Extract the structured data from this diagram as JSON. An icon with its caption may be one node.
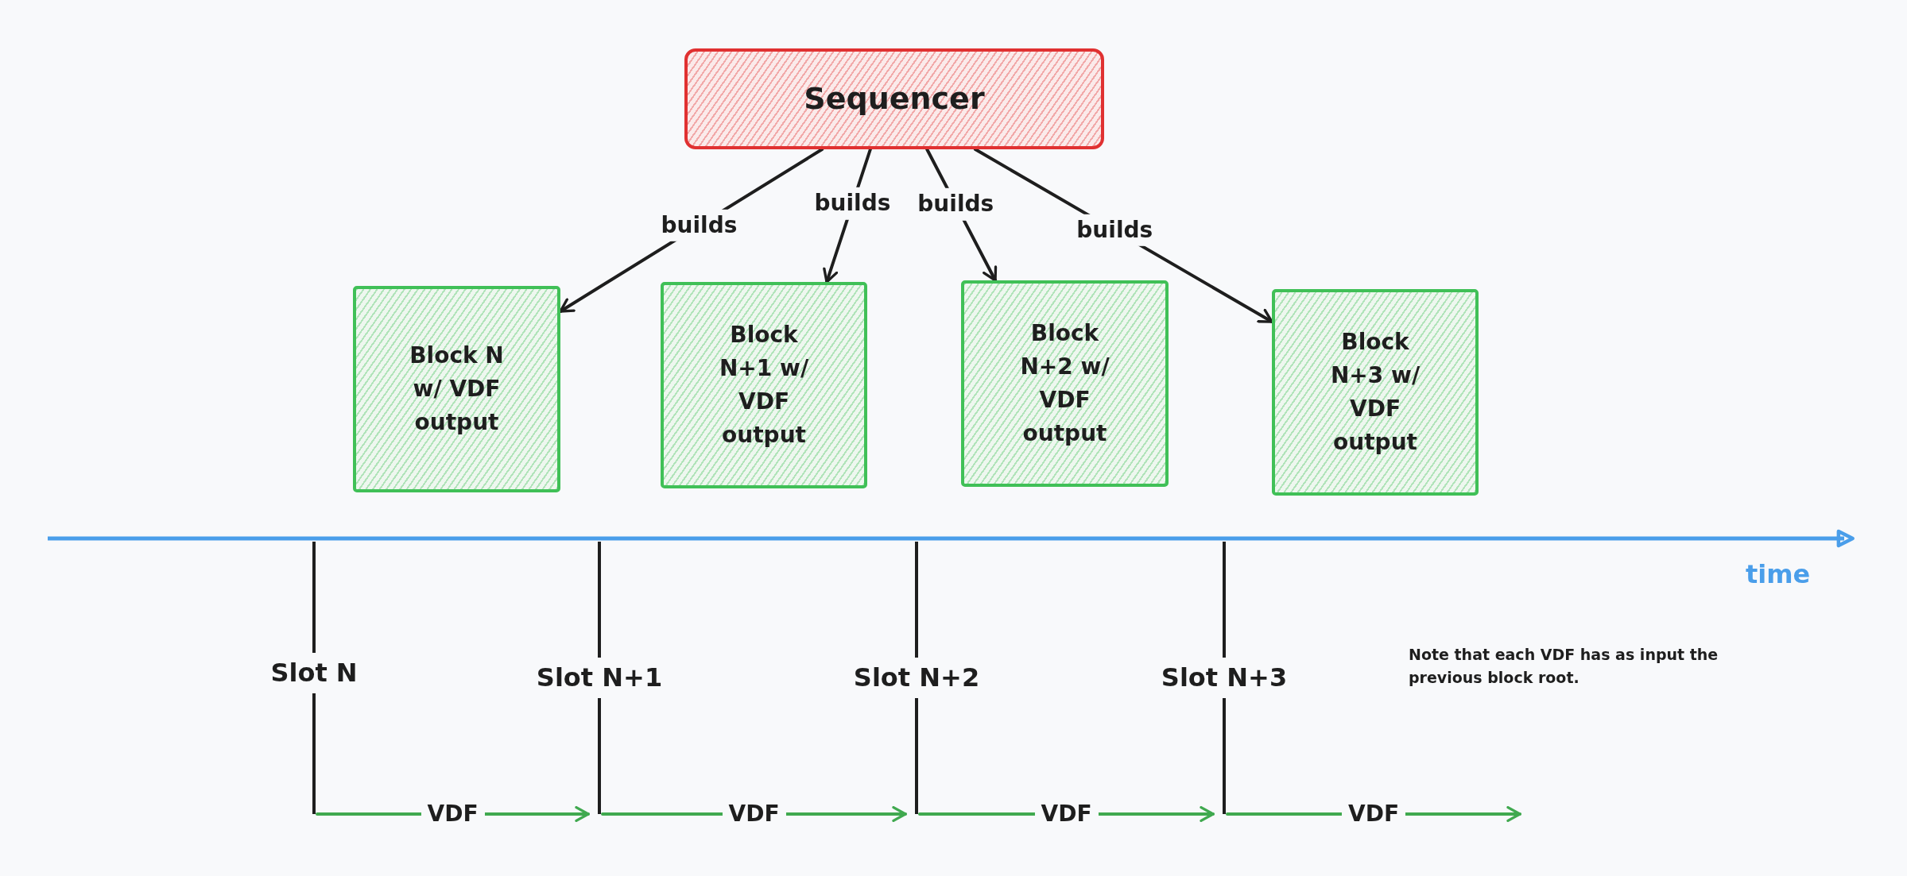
{
  "diagram": {
    "nodes": [
      {
        "text": [
          "Sequencer"
        ]
      },
      {
        "text": [
          "Block N w/ VDF output"
        ]
      },
      {
        "text": [
          "Block N+1 w/ VDF output"
        ]
      },
      {
        "text": [
          "Block N+2 w/ VDF output"
        ]
      },
      {
        "text": [
          "Block N+3 w/ VDF output"
        ]
      },
      {
        "text": [
          "Slot N"
        ]
      },
      {
        "text": [
          "Slot N+1"
        ]
      },
      {
        "text": [
          "Slot N+2"
        ]
      },
      {
        "text": [
          "Slot N+3"
        ]
      }
    ],
    "edges": [
      {
        "from": 0,
        "to": 1,
        "arrow": "to",
        "label": "builds"
      },
      {
        "from": 0,
        "to": 2,
        "arrow": "to",
        "label": "builds"
      },
      {
        "from": 0,
        "to": 3,
        "arrow": "to",
        "label": "builds"
      },
      {
        "from": 0,
        "to": 4,
        "arrow": "to",
        "label": "builds"
      },
      {
        "from": 5,
        "to": 6,
        "arrow": "to",
        "label": "VDF",
        "color": "#40a94f"
      },
      {
        "from": 6,
        "to": 7,
        "arrow": "to",
        "label": "VDF",
        "color": "#40a94f"
      },
      {
        "from": 7,
        "to": 8,
        "arrow": "to",
        "label": "VDF",
        "color": "#40a94f"
      },
      {
        "from": 8,
        "to": null,
        "arrow": "to",
        "label": "VDF",
        "color": "#40a94f"
      }
    ],
    "labels": [
      "time",
      "Note that each VDF has as input the previous block root."
    ]
  }
}
